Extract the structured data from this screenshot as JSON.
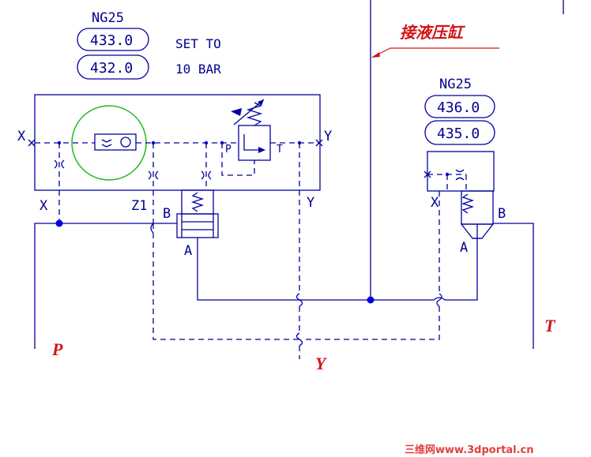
{
  "colors": {
    "line": "#0000a0",
    "label_red": "#d21414",
    "circle_green": "#22bb22",
    "node": "#0000e0"
  },
  "valve_left": {
    "size": "NG25",
    "code_upper": "433.0",
    "code_lower": "432.0",
    "setting_line1": "SET TO",
    "setting_line2": "10 BAR"
  },
  "valve_right": {
    "size": "NG25",
    "code_upper": "436.0",
    "code_lower": "435.0"
  },
  "annotation": {
    "cylinder_label": "接液压缸"
  },
  "port_labels": {
    "x_left": "X",
    "y_right": "Y",
    "p_inner": "P",
    "t_inner": "T",
    "x_lower": "X",
    "z1": "Z1",
    "b_left": "B",
    "y_lower": "Y",
    "a_left": "A",
    "x_right_valve": "X",
    "b_right": "B",
    "a_right": "A"
  },
  "line_labels": {
    "p": "P",
    "y": "Y",
    "t": "T"
  },
  "watermark": "三维网www.3dportal.cn"
}
